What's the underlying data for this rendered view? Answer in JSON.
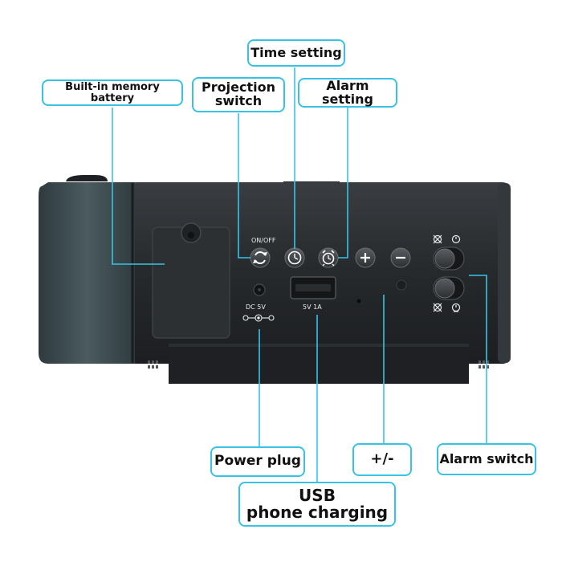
{
  "callouts": {
    "battery": "Built-in memory battery",
    "projection_line1": "Projection",
    "projection_line2": "switch",
    "time_setting": "Time setting",
    "alarm_setting": "Alarm setting",
    "power_plug": "Power plug",
    "plus_minus": "+/-",
    "alarm_switch": "Alarm switch",
    "usb_line1": "USB",
    "usb_line2": "phone charging"
  },
  "device_labels": {
    "on_off": "ON/OFF",
    "dc": "DC 5V",
    "usb_rating": "5V 1A"
  },
  "icons": [
    "projection-rotate-icon",
    "clock-icon",
    "alarm-clock-icon",
    "plus-icon",
    "minus-icon",
    "alarm-off-icon",
    "alarm-on-icon"
  ],
  "colors": {
    "accent": "#38c3e6",
    "device_body": "#2b2e31",
    "device_cap": "#3a4a4f"
  }
}
